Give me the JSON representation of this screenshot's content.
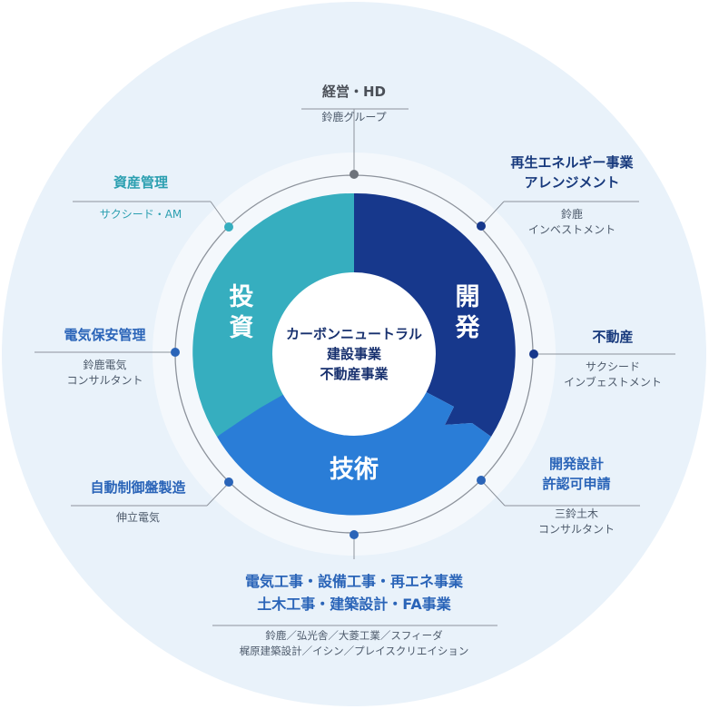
{
  "center": {
    "line1": "カーボンニュートラル",
    "line2": "建設事業",
    "line3": "不動産事業"
  },
  "segments": {
    "investment": [
      "投",
      "資"
    ],
    "development": [
      "開",
      "発"
    ],
    "technology": "技術"
  },
  "nodes": {
    "top": {
      "title": "経営・HD",
      "sub": "鈴鹿グループ"
    },
    "upper_left": {
      "title": "資産管理",
      "sub": "サクシード・AM"
    },
    "upper_right": {
      "title1": "再生エネルギー事業",
      "title2": "アレンジメント",
      "sub1": "鈴鹿",
      "sub2": "インベストメント"
    },
    "left": {
      "title": "電気保安管理",
      "sub1": "鈴鹿電気",
      "sub2": "コンサルタント"
    },
    "right": {
      "title": "不動産",
      "sub1": "サクシード",
      "sub2": "インブェストメント"
    },
    "lower_left": {
      "title": "自動制御盤製造",
      "sub": "伸立電気"
    },
    "lower_right": {
      "title1": "開発設計",
      "title2": "許認可申請",
      "sub1": "三鈴土木",
      "sub2": "コンサルタント"
    },
    "bottom": {
      "title1": "電気工事・設備工事・再エネ事業",
      "title2": "土木工事・建築設計・FA事業",
      "sub1": "鈴鹿／弘光舎／大菱工業／スフィーダ",
      "sub2": "梶原建築設計／イシン／プレイスクリエイション"
    }
  },
  "colors": {
    "outer_bg": "#e9f2fa",
    "ring_bg": "#f4f8fc",
    "investment": "#36aebf",
    "development": "#17388c",
    "technology": "#2a7dd7",
    "orbit": "#8d939c",
    "node_teal": "#36aebf",
    "node_navy": "#17388c",
    "node_blue": "#2a64b8",
    "node_gray": "#6e737b"
  }
}
